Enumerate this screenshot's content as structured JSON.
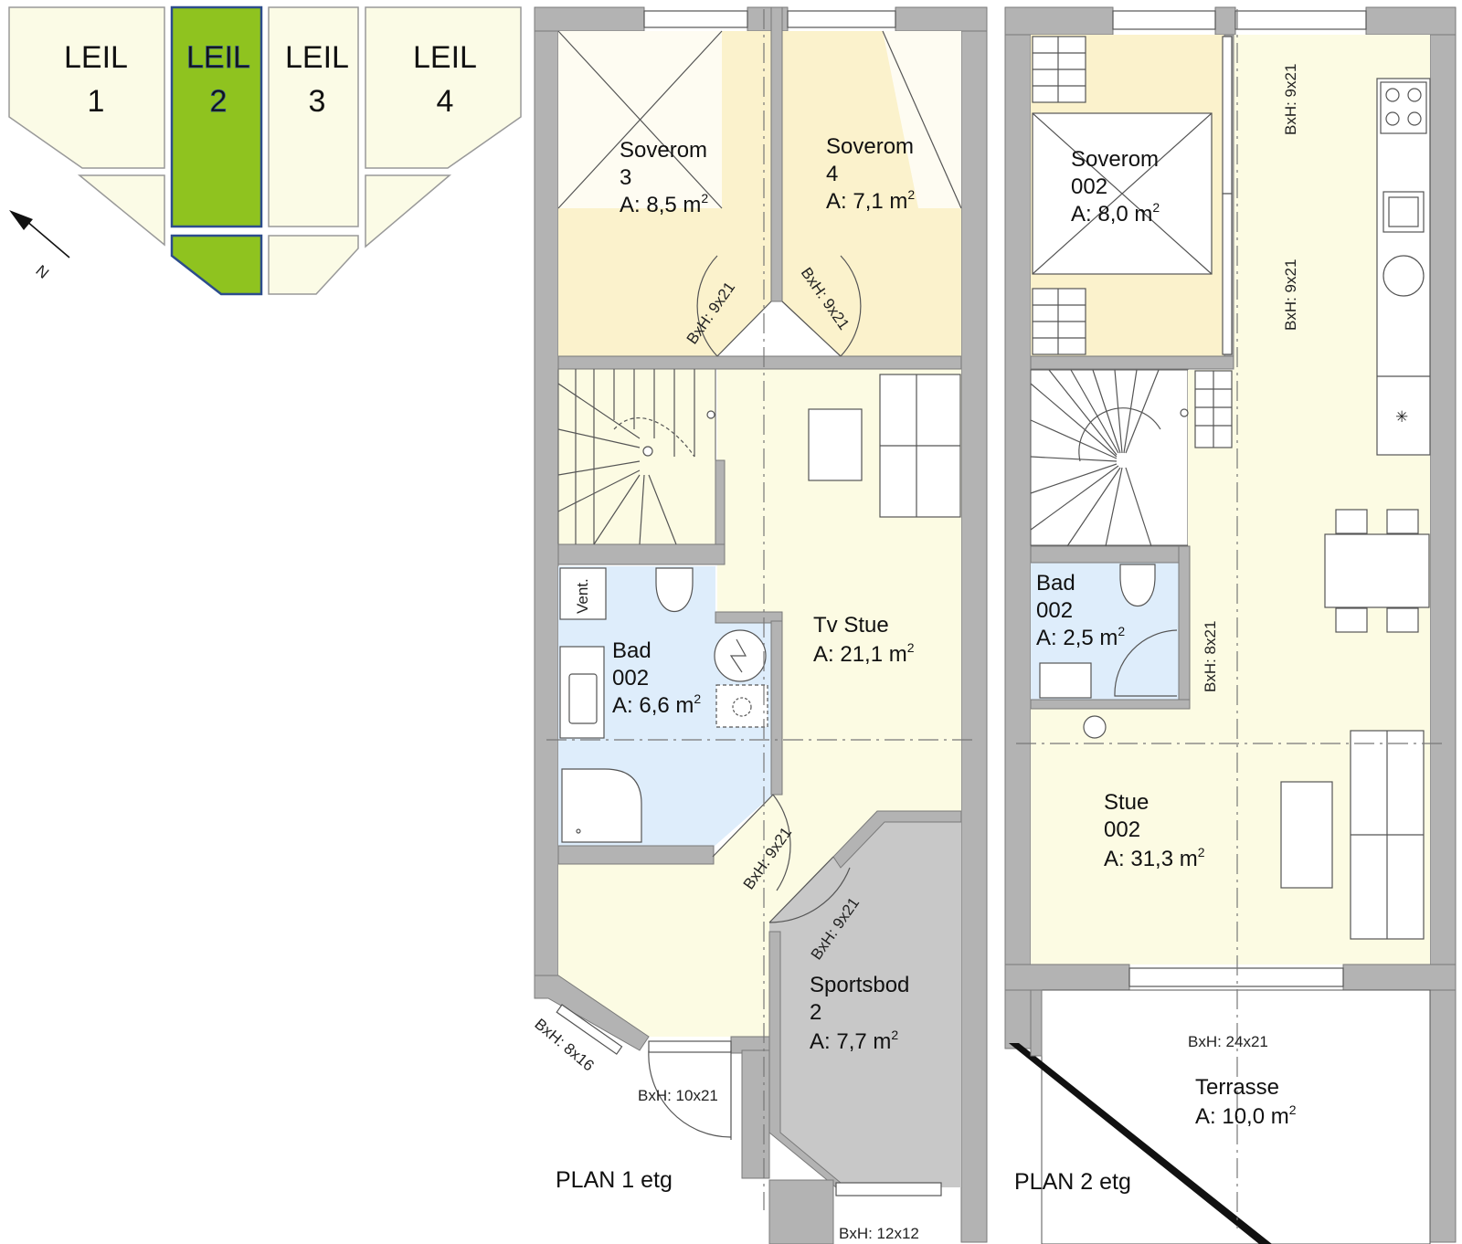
{
  "key_plan": {
    "units": [
      {
        "word": "LEIL",
        "number": "1"
      },
      {
        "word": "LEIL",
        "number": "2"
      },
      {
        "word": "LEIL",
        "number": "3"
      },
      {
        "word": "LEIL",
        "number": "4"
      }
    ],
    "north": "N",
    "colors": {
      "highlight": "#8fc31f",
      "unit": "#fbfbe6",
      "outline": "#888888"
    }
  },
  "plan1": {
    "title": "PLAN 1 etg",
    "rooms": [
      {
        "name": "Soverom",
        "number": "3",
        "area": "A: 8,5 m",
        "sup": "2"
      },
      {
        "name": "Soverom",
        "number": "4",
        "area": "A: 7,1 m",
        "sup": "2"
      },
      {
        "name": "Tv Stue",
        "area": "A: 21,1 m",
        "sup": "2"
      },
      {
        "name": "Bad",
        "number": "002",
        "area": "A: 6,6 m",
        "sup": "2"
      },
      {
        "name": "Sportsbod",
        "number": "2",
        "area": "A:  7,7 m",
        "sup": "2"
      }
    ],
    "dims": [
      "BxH:  9x21",
      "BxH:  9x21",
      "BxH:  9x21",
      "BxH:  9x21",
      "BxH:  8x16",
      "BxH:  10x21",
      "BxH:  12x12"
    ],
    "vent": "Vent."
  },
  "plan2": {
    "title": "PLAN 2 etg",
    "rooms": [
      {
        "name": "Soverom",
        "number": "002",
        "area": "A: 8,0 m",
        "sup": "2"
      },
      {
        "name": "Bad",
        "number": "002",
        "area": "A: 2,5 m",
        "sup": "2"
      },
      {
        "name": "Stue",
        "number": "002",
        "area": "A: 31,3 m",
        "sup": "2"
      },
      {
        "name": "Terrasse",
        "area": "A: 10,0 m",
        "sup": "2"
      }
    ],
    "dims": [
      "BxH:  9x21",
      "BxH:  9x21",
      "BxH:  8x21",
      "BxH:  24x21"
    ]
  },
  "colors": {
    "bedroom": "#fbf2cc",
    "living": "#fcfbe3",
    "bath": "#deedfb",
    "storage": "#c8c8c8",
    "wall": "#b3b3b3"
  }
}
